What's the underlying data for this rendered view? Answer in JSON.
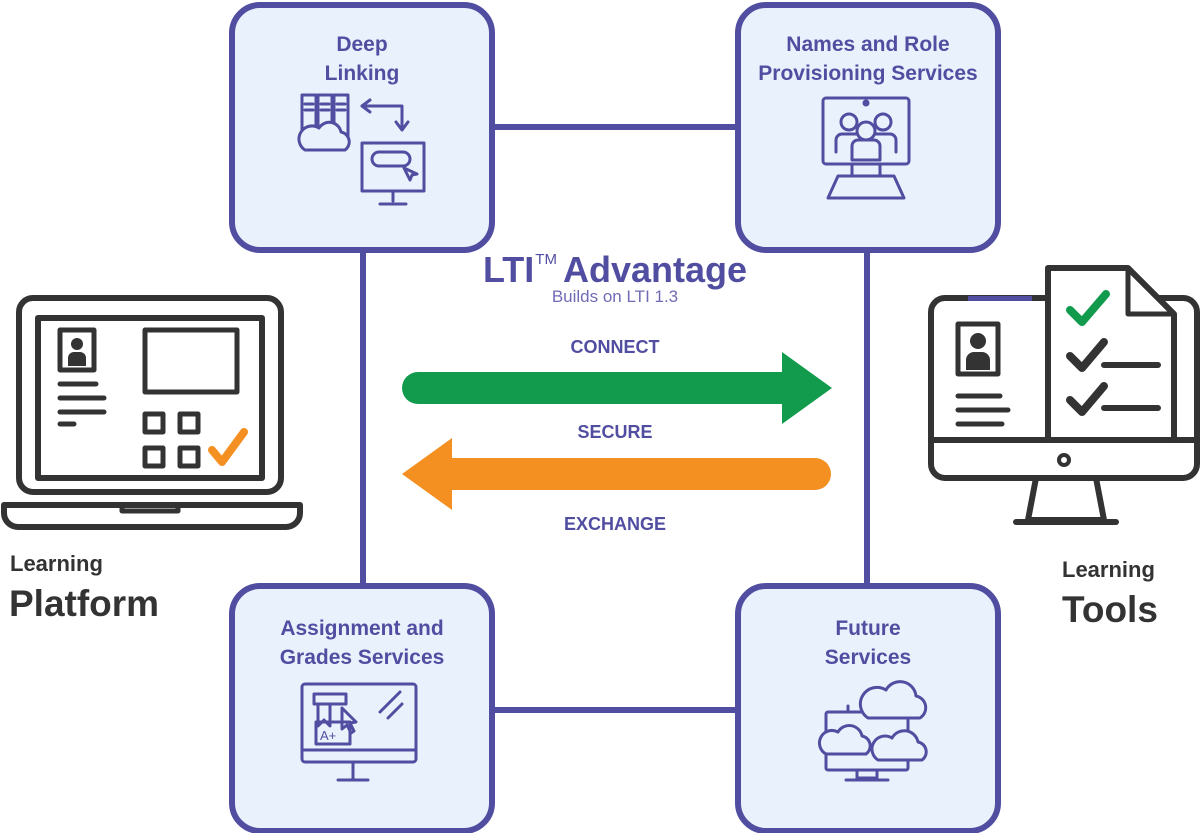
{
  "header": {
    "title": "LTI",
    "trademark": "TM",
    "title_suffix": "Advantage",
    "subtitle": "Builds on LTI 1.3"
  },
  "flow": {
    "connect": "CONNECT",
    "secure": "SECURE",
    "exchange": "EXCHANGE"
  },
  "services": {
    "deep_linking": "Deep\nLinking",
    "names_roles": "Names and Role\nProvisioning Services",
    "assignment_grades": "Assignment and\nGrades Services",
    "future": "Future\nServices"
  },
  "platform": {
    "small": "Learning",
    "big": "Platform"
  },
  "tools": {
    "small": "Learning",
    "big": "Tools"
  },
  "icons": {
    "deep_linking": "server-cloud-monitor-icon",
    "names_roles": "group-monitor-icon",
    "assignment_grades": "graded-assignment-monitor-icon",
    "future": "cloud-network-monitor-icon",
    "platform": "laptop-icon",
    "tools": "desktop-checklist-icon"
  },
  "colors": {
    "purple": "#514ea1",
    "box_fill": "#e9f2fc",
    "green": "#129b4d",
    "orange": "#f49022",
    "dark": "#333333"
  }
}
